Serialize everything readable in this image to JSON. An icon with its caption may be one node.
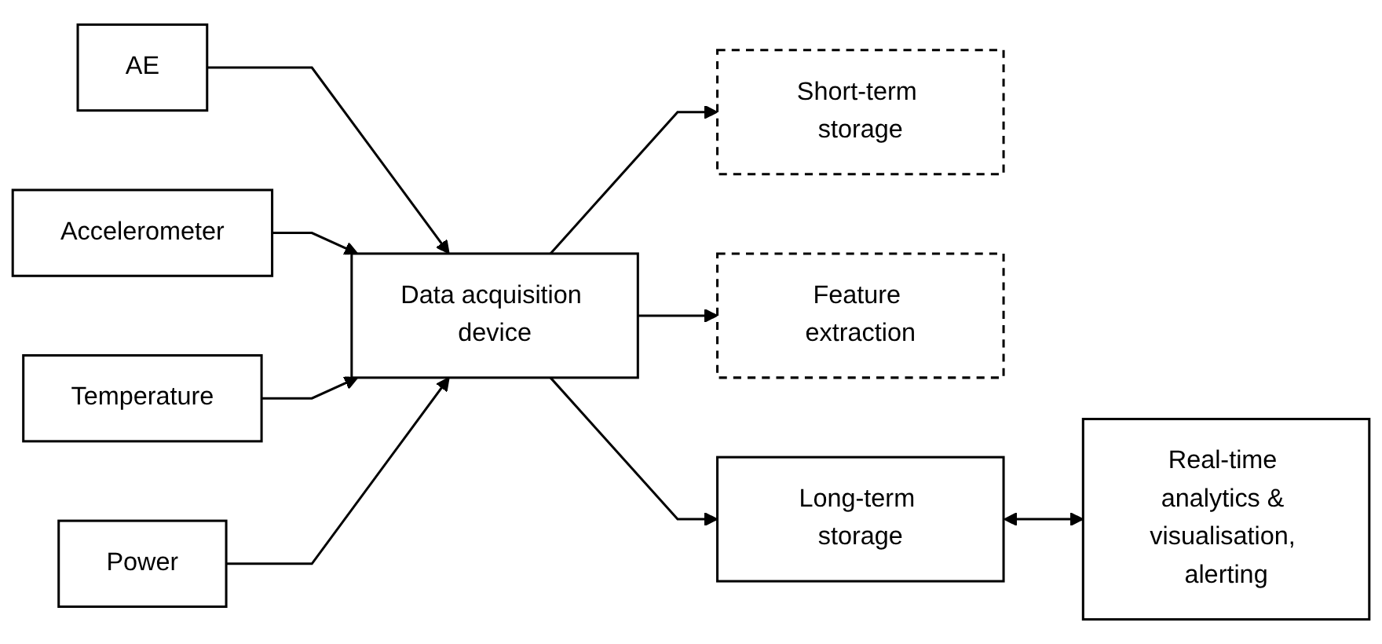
{
  "diagram": {
    "nodes": [
      {
        "text": [
          "Short-term storage"
        ]
      },
      {
        "text": [
          "Feature extraction"
        ]
      },
      {
        "text": [
          "AE"
        ]
      },
      {
        "text": [
          "Accelerometer"
        ]
      },
      {
        "text": [
          "Temperature"
        ]
      },
      {
        "text": [
          "Power"
        ]
      },
      {
        "text": [
          "Data acquisition device"
        ]
      },
      {
        "text": [
          "Long-term storage"
        ]
      },
      {
        "text": [
          "Real-time analytics & visualisation, alerting"
        ]
      }
    ],
    "edges": [
      {
        "from": 2,
        "to": 6,
        "arrow": "to"
      },
      {
        "from": 3,
        "to": 6,
        "arrow": "to"
      },
      {
        "from": 4,
        "to": 6,
        "arrow": "to"
      },
      {
        "from": 5,
        "to": 6,
        "arrow": "to"
      },
      {
        "from": 6,
        "to": 0,
        "arrow": "to"
      },
      {
        "from": 6,
        "to": 1,
        "arrow": "to"
      },
      {
        "from": 6,
        "to": 7,
        "arrow": "to"
      },
      {
        "from": 7,
        "to": 8,
        "arrow": "both"
      }
    ]
  }
}
